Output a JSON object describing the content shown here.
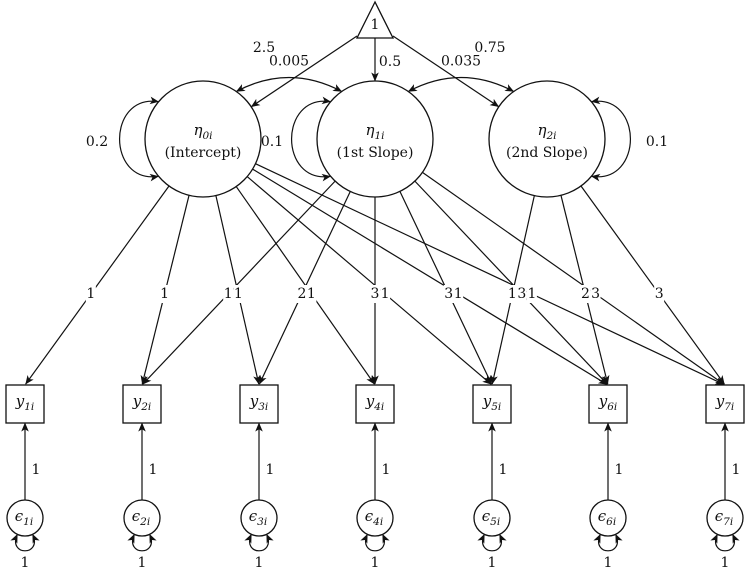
{
  "constant": {
    "label": "1"
  },
  "factors": [
    {
      "symbol": "η",
      "subscript": "0i",
      "desc": "(Intercept)",
      "variance": "0.2"
    },
    {
      "symbol": "η",
      "subscript": "1i",
      "desc": "(1st Slope)",
      "variance": "0.1"
    },
    {
      "symbol": "η",
      "subscript": "2i",
      "desc": "(2nd Slope)",
      "variance": "0.1"
    }
  ],
  "means": [
    "2.5",
    "0.5",
    "0.75"
  ],
  "covariances": [
    {
      "from": 0,
      "to": 1,
      "value": "0.005"
    },
    {
      "from": 1,
      "to": 2,
      "value": "0.035"
    }
  ],
  "indicators": [
    {
      "symbol": "y",
      "subscript": "1i"
    },
    {
      "symbol": "y",
      "subscript": "2i"
    },
    {
      "symbol": "y",
      "subscript": "3i"
    },
    {
      "symbol": "y",
      "subscript": "4i"
    },
    {
      "symbol": "y",
      "subscript": "5i"
    },
    {
      "symbol": "y",
      "subscript": "6i"
    },
    {
      "symbol": "y",
      "subscript": "7i"
    }
  ],
  "errors": [
    {
      "symbol": "ϵ",
      "subscript": "1i",
      "loading": "1",
      "variance": "1"
    },
    {
      "symbol": "ϵ",
      "subscript": "2i",
      "loading": "1",
      "variance": "1"
    },
    {
      "symbol": "ϵ",
      "subscript": "3i",
      "loading": "1",
      "variance": "1"
    },
    {
      "symbol": "ϵ",
      "subscript": "4i",
      "loading": "1",
      "variance": "1"
    },
    {
      "symbol": "ϵ",
      "subscript": "5i",
      "loading": "1",
      "variance": "1"
    },
    {
      "symbol": "ϵ",
      "subscript": "6i",
      "loading": "1",
      "variance": "1"
    },
    {
      "symbol": "ϵ",
      "subscript": "7i",
      "loading": "1",
      "variance": "1"
    }
  ],
  "loadings": [
    {
      "factor": 0,
      "indicator": 0,
      "value": "1"
    },
    {
      "factor": 0,
      "indicator": 1,
      "value": "1"
    },
    {
      "factor": 0,
      "indicator": 2,
      "value": "1"
    },
    {
      "factor": 0,
      "indicator": 3,
      "value": "1"
    },
    {
      "factor": 0,
      "indicator": 4,
      "value": "1"
    },
    {
      "factor": 0,
      "indicator": 5,
      "value": "1"
    },
    {
      "factor": 0,
      "indicator": 6,
      "value": "1"
    },
    {
      "factor": 1,
      "indicator": 1,
      "value": "1"
    },
    {
      "factor": 1,
      "indicator": 2,
      "value": "2"
    },
    {
      "factor": 1,
      "indicator": 3,
      "value": "3"
    },
    {
      "factor": 1,
      "indicator": 4,
      "value": "3"
    },
    {
      "factor": 1,
      "indicator": 5,
      "value": "3"
    },
    {
      "factor": 1,
      "indicator": 6,
      "value": "3"
    },
    {
      "factor": 2,
      "indicator": 4,
      "value": "1"
    },
    {
      "factor": 2,
      "indicator": 5,
      "value": "2"
    },
    {
      "factor": 2,
      "indicator": 6,
      "value": "3"
    }
  ]
}
